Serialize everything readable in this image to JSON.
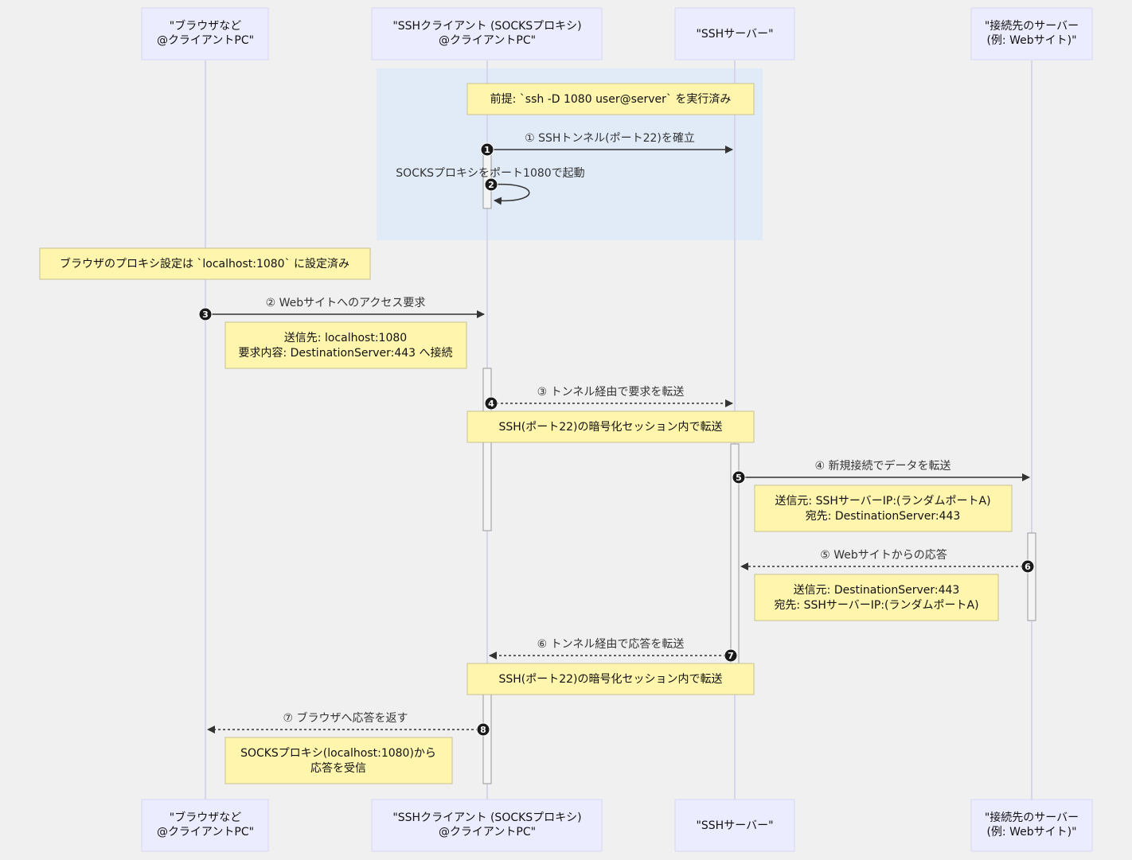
{
  "actors": [
    {
      "id": "browser",
      "lines": [
        "\"ブラウザなど",
        "@クライアントPC\""
      ]
    },
    {
      "id": "sshclient",
      "lines": [
        "\"SSHクライアント (SOCKSプロキシ)",
        "@クライアントPC\""
      ]
    },
    {
      "id": "sshserver",
      "lines": [
        "\"SSHサーバー\""
      ]
    },
    {
      "id": "dest",
      "lines": [
        "\"接続先のサーバー",
        "(例: Webサイト)\""
      ]
    }
  ],
  "notes": {
    "prereq": "前提: `ssh -D 1080 user@server` を実行済み",
    "browser_proxy": "ブラウザのプロキシ設定は `localhost:1080` に設定済み",
    "request_info": [
      "送信先: localhost:1080",
      "要求内容: DestinationServer:443 へ接続"
    ],
    "encrypted_1": "SSH(ポート22)の暗号化セッション内で転送",
    "new_conn_info": [
      "送信元: SSHサーバーIP:(ランダムポートA)",
      "宛先: DestinationServer:443"
    ],
    "response_info": [
      "送信元: DestinationServer:443",
      "宛先: SSHサーバーIP:(ランダムポートA)"
    ],
    "encrypted_2": "SSH(ポート22)の暗号化セッション内で転送",
    "final_info": [
      "SOCKSプロキシ(localhost:1080)から",
      "応答を受信"
    ]
  },
  "messages": [
    {
      "num": "1",
      "text": "① SSHトンネル(ポート22)を確立",
      "style": "solid"
    },
    {
      "num": "2",
      "text": "SOCKSプロキシをポート1080で起動",
      "style": "self"
    },
    {
      "num": "3",
      "text": "② Webサイトへのアクセス要求",
      "style": "solid"
    },
    {
      "num": "4",
      "text": "③ トンネル経由で要求を転送",
      "style": "dotted"
    },
    {
      "num": "5",
      "text": "④ 新規接続でデータを転送",
      "style": "solid"
    },
    {
      "num": "6",
      "text": "⑤ Webサイトからの応答",
      "style": "dotted"
    },
    {
      "num": "7",
      "text": "⑥ トンネル経由で応答を転送",
      "style": "dotted"
    },
    {
      "num": "8",
      "text": "⑦ ブラウザへ応答を返す",
      "style": "dotted"
    }
  ]
}
